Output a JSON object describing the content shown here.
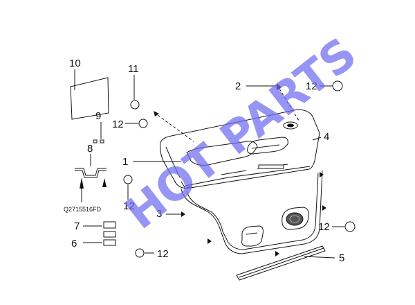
{
  "watermark": "HOT PARTS",
  "part_number": "Q2715516FD",
  "callouts": {
    "c1": "1",
    "c2": "2",
    "c3": "3",
    "c4": "4",
    "c5": "5",
    "c6": "6",
    "c7": "7",
    "c8": "8",
    "c9": "9",
    "c10": "10",
    "c11": "11",
    "c12a": "12",
    "c12b": "12",
    "c12c": "12",
    "c12d": "12",
    "c12e": "12"
  },
  "colors": {
    "line": "#111111",
    "watermark": "#6f6cf0",
    "background": "#ffffff"
  }
}
